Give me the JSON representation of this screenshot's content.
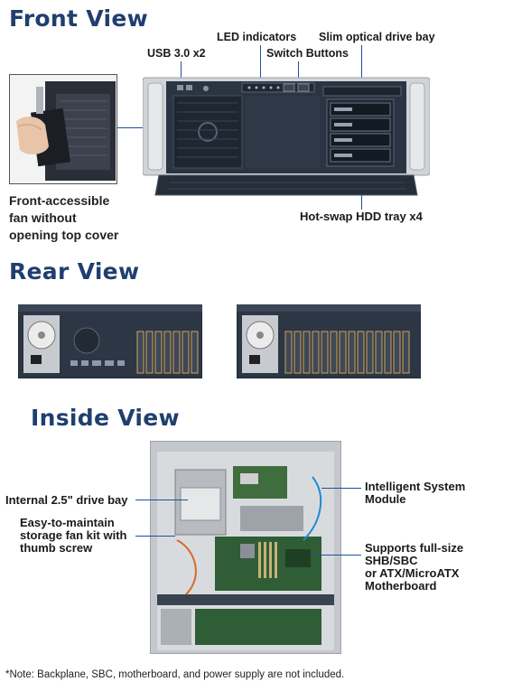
{
  "front": {
    "heading": "Front View",
    "labels": {
      "usb": "USB 3.0 x2",
      "led": "LED indicators",
      "switch": "Switch Buttons",
      "optical": "Slim optical drive bay",
      "hdd": "Hot-swap HDD tray x4"
    },
    "fan_caption": [
      "Front-accessible",
      "fan without",
      "opening top cover"
    ]
  },
  "rear": {
    "heading": "Rear View"
  },
  "inside": {
    "heading": "Inside View",
    "labels": {
      "drive_bay": "Internal 2.5\" drive bay",
      "fan_kit": [
        "Easy-to-maintain",
        "storage fan kit with",
        "thumb screw"
      ],
      "ism": [
        "Intelligent System",
        "Module"
      ],
      "motherboard": [
        "Supports full-size",
        "SHB/SBC",
        "or ATX/MicroATX",
        "Motherboard"
      ]
    }
  },
  "note": "*Note: Backplane, SBC, motherboard, and power supply are not included.",
  "colors": {
    "heading": "#1f3f6e",
    "callout_line": "#1f4fa0",
    "chassis": "#2b3442",
    "chassis_silver": "#c9cdd2"
  }
}
